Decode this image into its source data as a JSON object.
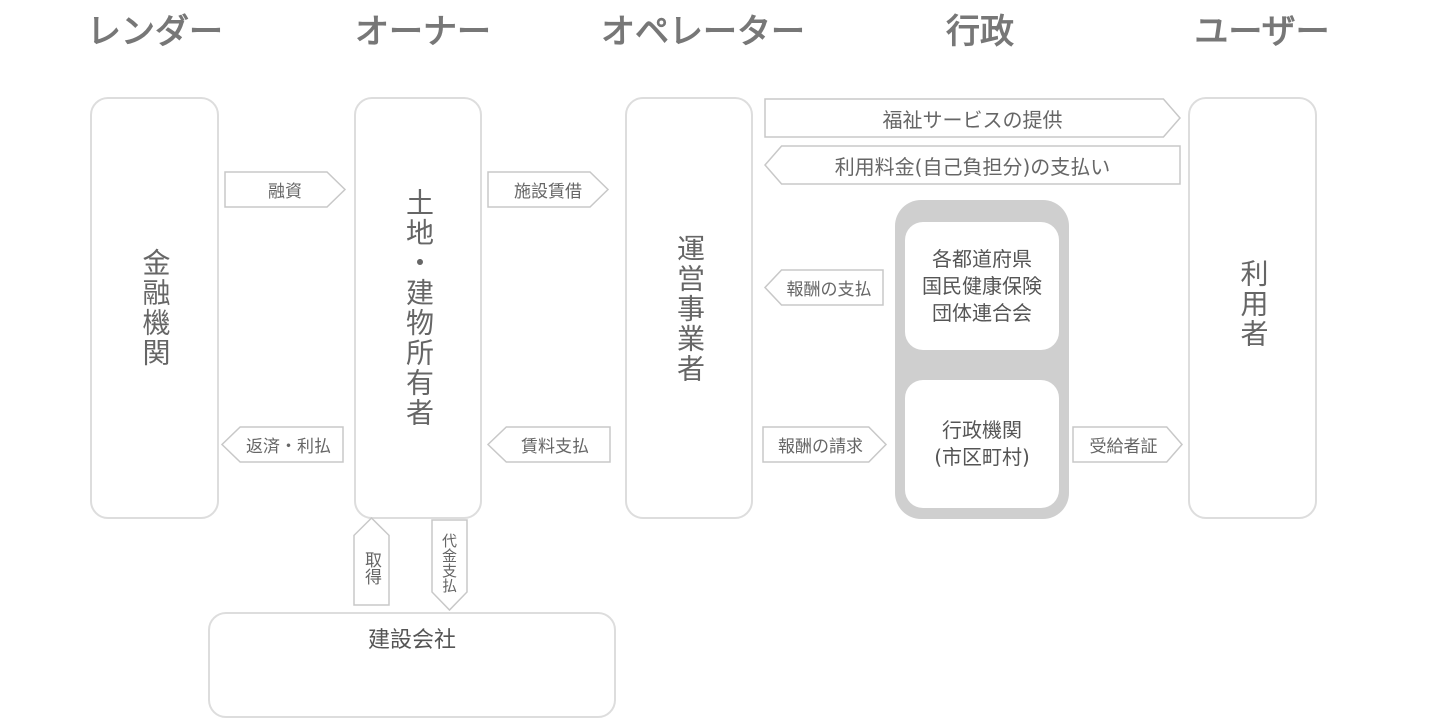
{
  "headers": {
    "lender": "レンダー",
    "owner": "オーナー",
    "operator": "オペレーター",
    "gov": "行政",
    "user": "ユーザー"
  },
  "boxes": {
    "bank": "金融機関",
    "owner": "土地・建物所有者",
    "operator": "運営事業者",
    "user": "利用者",
    "construction": "建設会社"
  },
  "gov_group": {
    "federation": "各都道府県\n国民健康保険\n団体連合会",
    "federation_lines": [
      "各都道府県",
      "国民健康保険",
      "団体連合会"
    ],
    "municipality_lines": [
      "行政機関",
      "(市区町村)"
    ]
  },
  "arrows": {
    "loan": "融資",
    "repay": "返済・利払",
    "lease": "施設賃借",
    "rent": "賃料支払",
    "service": "福祉サービスの提供",
    "fee": "利用料金(自己負担分)の支払い",
    "reward_pay": "報酬の支払",
    "reward_claim": "報酬の請求",
    "certificate": "受給者証",
    "acquire": "取得",
    "payment": "代金支払"
  }
}
